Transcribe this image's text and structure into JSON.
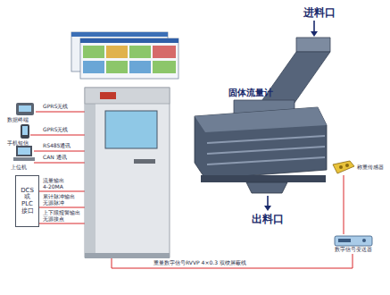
{
  "diagram": {
    "nodes": [
      {
        "text": [
          "DCS 或 PLC 接口"
        ]
      },
      {
        "text": [
          "数字信号变送器"
        ]
      },
      {
        "text": [
          "称重传感器"
        ]
      }
    ],
    "edges": [
      {
        "from": 1,
        "to": 2,
        "arrow": "none"
      }
    ],
    "labels": [
      "进料口",
      "固体流量计",
      "出料口",
      "数据终端",
      "手机短信",
      "上位机",
      "GPRS无线",
      "GPRS无线",
      "RS485通讯",
      "CAN 通讯",
      "流量输出",
      "4-20MA",
      "累计脉冲输出",
      "无源脉冲",
      "上下限报警输出",
      "无源接点",
      "重量数字信号RVVP 4×0.3 双绞屏蔽线"
    ]
  }
}
